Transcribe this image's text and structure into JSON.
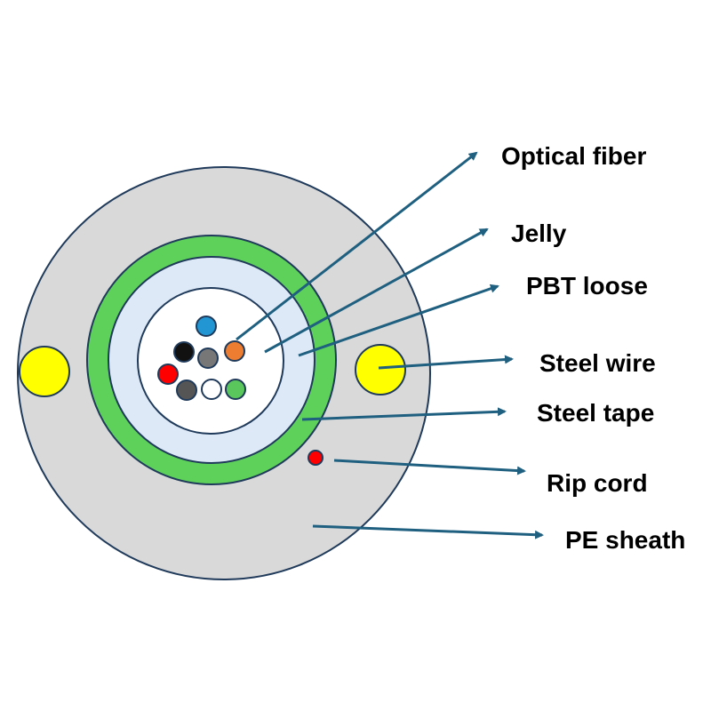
{
  "colors": {
    "background": "#ffffff",
    "outline": "#1f3a5a",
    "arrow": "#1f5f7f",
    "sheath": "#d9d9d9",
    "steel_tape": "#5ed15a",
    "jelly": "#dde9f7",
    "tube": "#ffffff",
    "steel_wire": "#ffff00",
    "rip_cord": "#ff0000"
  },
  "fibers": [
    {
      "color": "#2196d3",
      "name": "blue"
    },
    {
      "color": "#111111",
      "name": "black"
    },
    {
      "color": "#777777",
      "name": "gray"
    },
    {
      "color": "#ed7d31",
      "name": "orange"
    },
    {
      "color": "#ff0000",
      "name": "red"
    },
    {
      "color": "#555555",
      "name": "dark-gray"
    },
    {
      "color": "#ffffff",
      "name": "white"
    },
    {
      "color": "#59c75b",
      "name": "green"
    }
  ],
  "labels": {
    "optical_fiber": "Optical fiber",
    "jelly": "Jelly",
    "pbt_loose": "PBT loose",
    "steel_wire": "Steel wire",
    "steel_tape": "Steel tape",
    "rip_cord": "Rip cord",
    "pe_sheath": "PE sheath"
  }
}
